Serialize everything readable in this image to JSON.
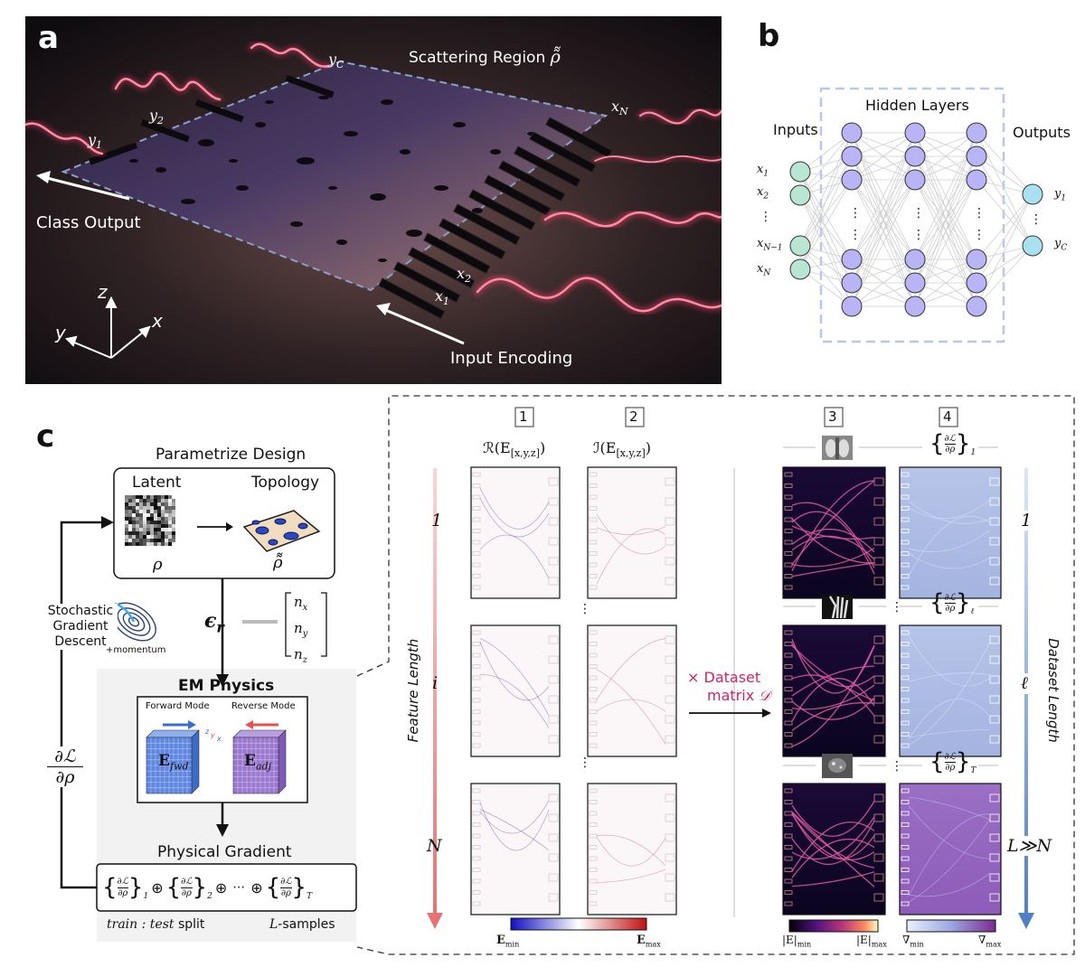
{
  "panel_a": {
    "letter": "a",
    "region_label": "Scattering Region",
    "rho_tilde_symbol": "ρ̃̃",
    "class_output": "Class Output",
    "input_encoding": "Input Encoding",
    "outputs": [
      "y",
      "y",
      "y"
    ],
    "outputs_sub": [
      "1",
      "2",
      "C"
    ],
    "inputs": [
      "x",
      "x",
      "x"
    ],
    "inputs_sub": [
      "1",
      "2",
      "N"
    ],
    "axes": [
      "z",
      "y",
      "x"
    ]
  },
  "panel_b": {
    "letter": "b",
    "inputs_title": "Inputs",
    "hidden_title": "Hidden Layers",
    "outputs_title": "Outputs",
    "input_labels": [
      "x",
      "x",
      "⋮",
      "x",
      "x"
    ],
    "input_subs": [
      "1",
      "2",
      "",
      "N−1",
      "N"
    ],
    "output_labels": [
      "y",
      "⋮",
      "y"
    ],
    "output_subs": [
      "1",
      "",
      "C"
    ],
    "vdots": "⋮"
  },
  "panel_c": {
    "letter": "c",
    "parametrize_title": "Parametrize Design",
    "latent_label": "Latent",
    "topology_label": "Topology",
    "rho_symbol": "ρ",
    "rho_tilde_symbol": "ρ̃̃",
    "sgd_line1": "Stochastic",
    "sgd_line2": "Gradient",
    "sgd_line3": "Descent",
    "momentum": "+momentum",
    "epsilon_symbol": "ϵ",
    "epsilon_sub": "r",
    "n_vector": [
      "n",
      "n",
      "n"
    ],
    "n_subs": [
      "x",
      "y",
      "z"
    ],
    "em_title": "EM Physics",
    "forward_mode": "Forward Mode",
    "reverse_mode": "Reverse Mode",
    "e_fwd": "E",
    "e_fwd_sub": "fwd",
    "e_adj": "E",
    "e_adj_sub": "adj",
    "phys_grad_title": "Physical Gradient",
    "dl_drho_num": "∂ℒ",
    "dl_drho_den": "∂ρ",
    "grad_subs": [
      "1",
      "2",
      "T"
    ],
    "oplus": "⊕",
    "cdots": "⋯",
    "train_test": "train : test",
    "split_word": "split",
    "l_samples": "L",
    "l_samples_suffix": "-samples",
    "col_numbers": [
      "1",
      "2",
      "3",
      "4"
    ],
    "col1_header": "ℛ(E",
    "col2_header": "ℐ(E",
    "col_header_sub": "[x,y,z]",
    "col_header_close": ")",
    "col4_subs": [
      "1",
      "ℓ",
      "T"
    ],
    "feature_length": "Feature Length",
    "dataset_length": "Dataset Length",
    "row_labels_left": [
      "1",
      "i",
      "N"
    ],
    "row_labels_right": [
      "1",
      "ℓ",
      "L≫N"
    ],
    "dataset_line1": "× Dataset",
    "dataset_line2": "matrix",
    "dataset_symbol": "𝒟",
    "cbar1_min": "E",
    "cbar1_min_sub": "min",
    "cbar1_max": "E",
    "cbar1_max_sub": "max",
    "cbar2_min": "|E|",
    "cbar2_min_sub": "min",
    "cbar2_max": "|E|",
    "cbar2_max_sub": "max",
    "cbar3_min": "∇",
    "cbar3_min_sub": "min",
    "cbar3_max": "∇",
    "cbar3_max_sub": "max"
  },
  "colors": {
    "node_input": "#b9e6d3",
    "node_hidden": "#b9b4f5",
    "node_output": "#a8e2f2",
    "laser": "#ff3f6a",
    "magenta_text": "#d0236a",
    "arrow_red": "#f08080",
    "arrow_blue": "#4f7fc4"
  }
}
